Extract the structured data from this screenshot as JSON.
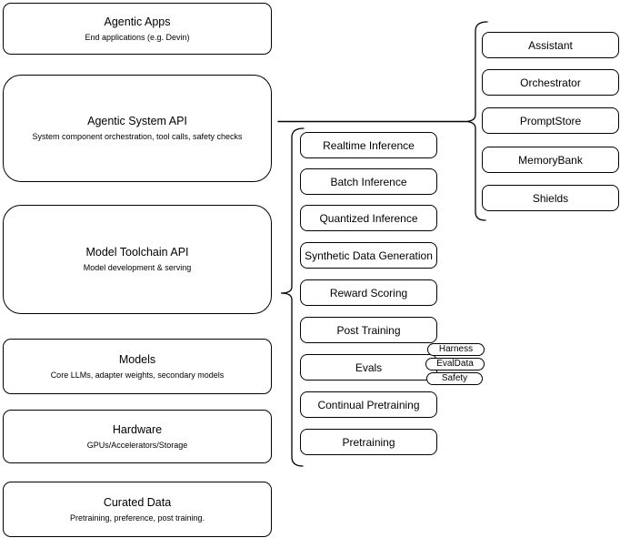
{
  "diagram": {
    "left_stack": [
      {
        "title": "Agentic Apps",
        "subtitle": "End applications (e.g. Devin)"
      },
      {
        "title": "Agentic System API",
        "subtitle": "System component orchestration, tool calls, safety checks"
      },
      {
        "title": "Model Toolchain API",
        "subtitle": "Model development & serving"
      },
      {
        "title": "Models",
        "subtitle": "Core LLMs, adapter weights, secondary models"
      },
      {
        "title": "Hardware",
        "subtitle": "GPUs/Accelerators/Storage"
      },
      {
        "title": "Curated Data",
        "subtitle": "Pretraining, preference, post training."
      }
    ],
    "toolchain_ops": [
      "Realtime Inference",
      "Batch Inference",
      "Quantized Inference",
      "Synthetic Data Generation",
      "Reward Scoring",
      "Post Training",
      "Evals",
      "Continual Pretraining",
      "Pretraining"
    ],
    "eval_pills": [
      "Harness",
      "EvalData",
      "Safety"
    ],
    "system_components": [
      "Assistant",
      "Orchestrator",
      "PromptStore",
      "MemoryBank",
      "Shields"
    ],
    "colors": {
      "stroke": "#000000",
      "background": "#ffffff"
    }
  }
}
